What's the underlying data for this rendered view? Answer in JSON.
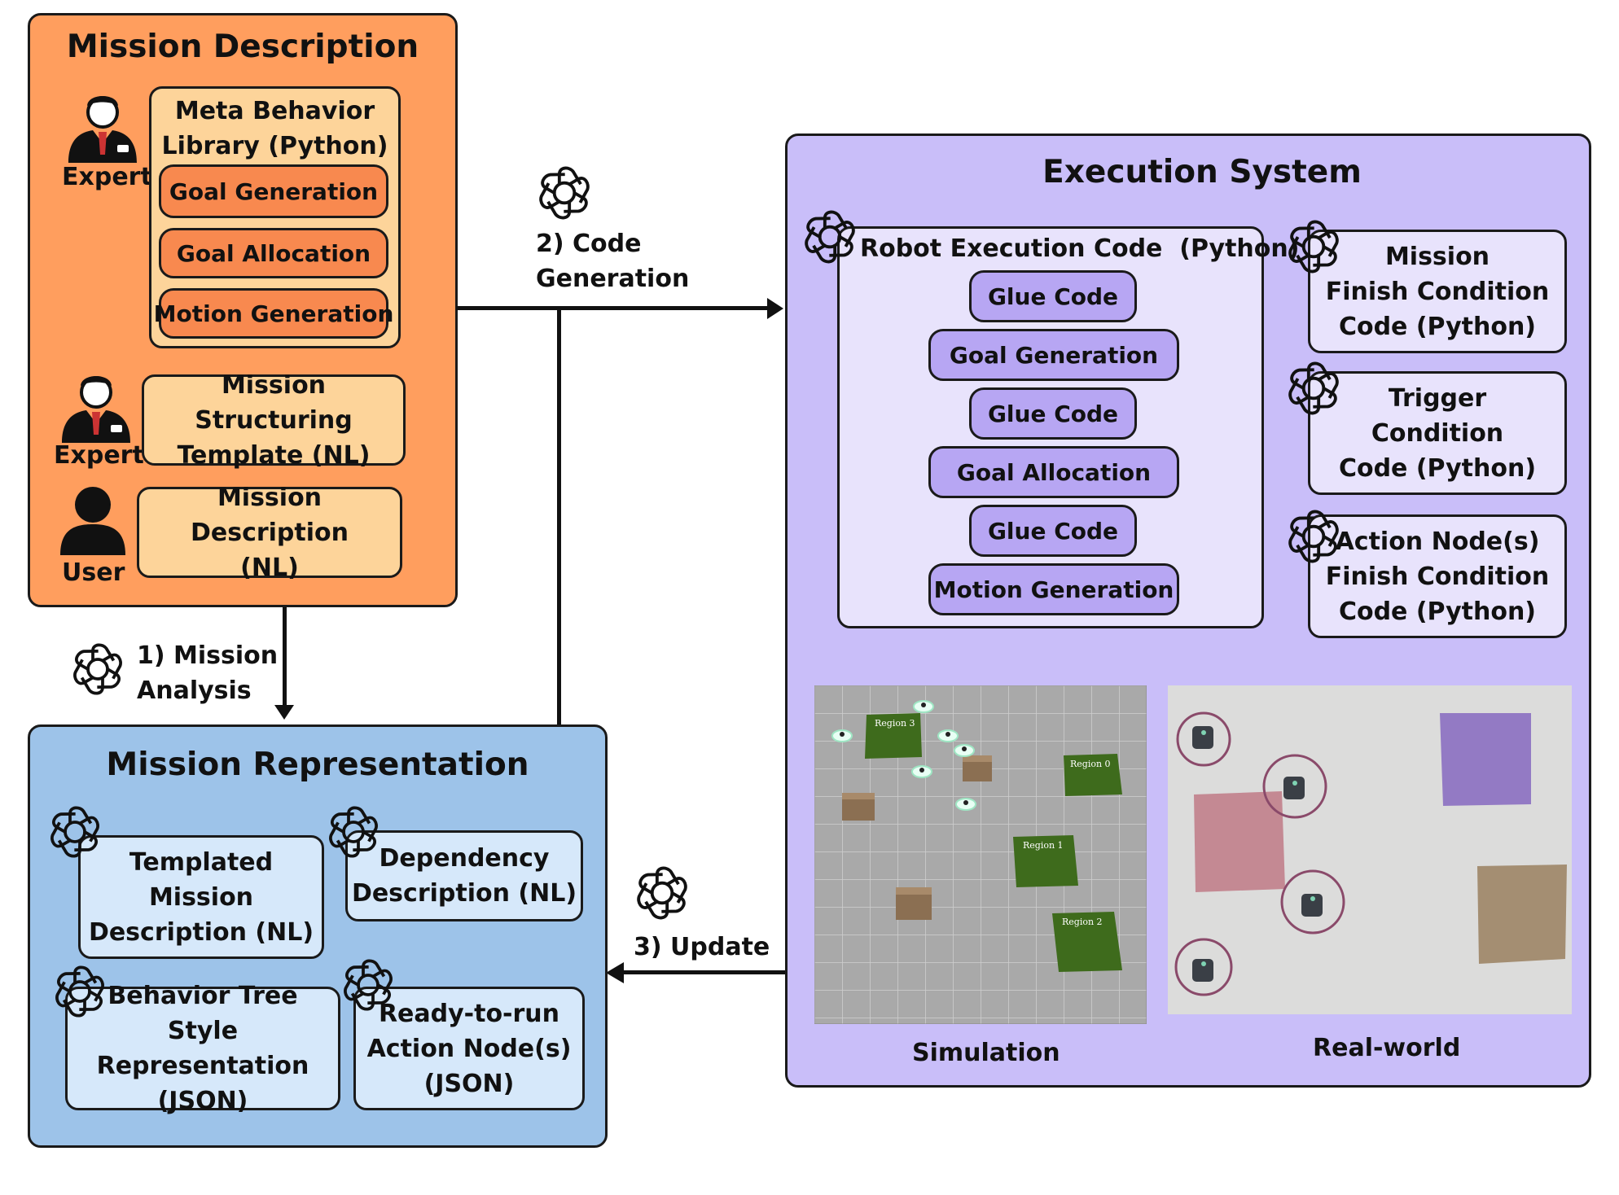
{
  "mission_description": {
    "title": "Mission Description",
    "meta_library_label": "Meta Behavior\nLibrary (Python)",
    "items": [
      "Goal Generation",
      "Goal Allocation",
      "Motion Generation"
    ],
    "structuring_template": "Mission Structuring\nTemplate (NL)",
    "description_nl": "Mission Description\n(NL)",
    "actor_expert_1": "Expert",
    "actor_expert_2": "Expert",
    "actor_user": "User"
  },
  "arrows": {
    "mission_analysis": "1) Mission\nAnalysis",
    "code_generation": "2) Code\nGeneration",
    "update": "3) Update"
  },
  "mission_representation": {
    "title": "Mission Representation",
    "templated": "Templated\nMission\nDescription (NL)",
    "dependency": "Dependency\nDescription (NL)",
    "behavior_tree": "Behavior Tree\nStyle Representation\n(JSON)",
    "ready_to_run": "Ready-to-run\nAction Node(s)\n(JSON)"
  },
  "execution_system": {
    "title": "Execution System",
    "robot_code_label": "Robot Execution Code  (Python)",
    "code_blocks": [
      "Glue Code",
      "Goal Generation",
      "Glue Code",
      "Goal Allocation",
      "Glue Code",
      "Motion Generation"
    ],
    "mission_finish": "Mission\nFinish Condition\nCode (Python)",
    "trigger": "Trigger\nCondition\nCode (Python)",
    "action_finish": "Action Node(s)\nFinish Condition\nCode (Python)",
    "simulation_label": "Simulation",
    "realworld_label": "Real-world",
    "sim_regions": [
      "Region 3",
      "Region 0",
      "Region 1",
      "Region 2"
    ]
  },
  "icons": {
    "llm": "openai-knot-icon",
    "expert": "expert-person-icon",
    "user": "user-person-icon"
  },
  "colors": {
    "orange_panel": "#FF9E5E",
    "orange_inner": "#FDD49A",
    "orange_pill": "#F8894F",
    "blue_panel": "#9DC3E9",
    "blue_box": "#D6E8FA",
    "purple_panel": "#C9BEF9",
    "purple_inner": "#E8E3FC",
    "purple_pill": "#B7A6F3"
  }
}
